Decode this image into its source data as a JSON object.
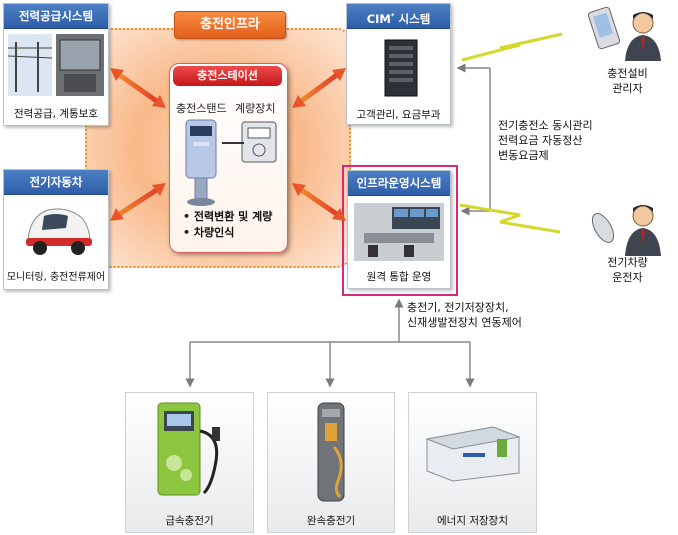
{
  "infra": {
    "title": "충전인프라"
  },
  "station": {
    "title": "충전스테이션",
    "stand_label": "충전스탠드",
    "meter_label": "계량장치",
    "bullet1": "• 전력변환 및 계량",
    "bullet2": "• 차량인식"
  },
  "power_system": {
    "title": "전력공급시스템",
    "caption": "전력공급, 계통보호"
  },
  "ev": {
    "title": "전기자동차",
    "caption": "모니터링, 충전전류제어"
  },
  "cim": {
    "title": "CIM",
    "title_sup": "*",
    "title_suffix": " 시스템",
    "caption": "고객관리, 요금부과"
  },
  "ops": {
    "title": "인프라운영시스템",
    "caption": "원격 통합 운영"
  },
  "manager": {
    "line1": "충전설비",
    "line2": "관리자"
  },
  "driver": {
    "line1": "전기차량",
    "line2": "운전자"
  },
  "mgmt_text": {
    "line1": "전기충전소 동시관리",
    "line2": "전력요금 자동정산",
    "line3": "변동요금제"
  },
  "control_text": {
    "line1": "충전기, 전기저장장치,",
    "line2": "신재생발전장치 연동제어"
  },
  "devices": [
    {
      "label": "급속충전기"
    },
    {
      "label": "완속충전기"
    },
    {
      "label": "에너지 저장장치"
    }
  ]
}
